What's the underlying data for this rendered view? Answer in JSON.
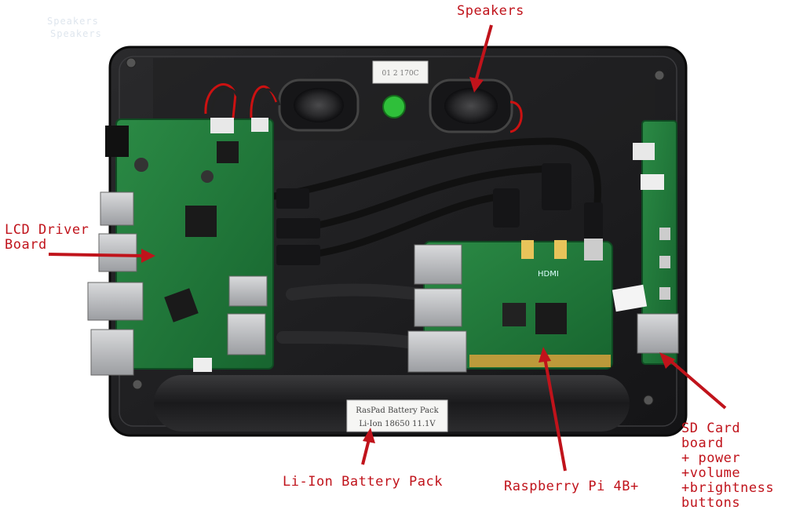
{
  "annotations": {
    "speakers": "Speakers",
    "lcd_driver_line1": "LCD Driver",
    "lcd_driver_line2": "Board",
    "battery": "Li-Ion Battery Pack",
    "raspberry_pi": "Raspberry Pi 4B+",
    "sd_card_line1": "SD Card",
    "sd_card_line2": "board",
    "sd_card_line3": "+ power",
    "sd_card_line4": "+volume",
    "sd_card_line5": "+brightness",
    "sd_card_line6": "buttons"
  },
  "faint_watermark": [
    "Speakers",
    "Speakers"
  ],
  "printed_labels": {
    "battery_sticker_line1": "RasPad Battery Pack",
    "battery_sticker_line2": "Li-Ion 18650 11.1V",
    "top_sticker": "01 2 170C",
    "board_hdmi": "HDMI"
  },
  "colors": {
    "annotation_red": "#c0131b",
    "pcb_green": "#1f7a3a",
    "case_black": "#1d1d1f"
  }
}
